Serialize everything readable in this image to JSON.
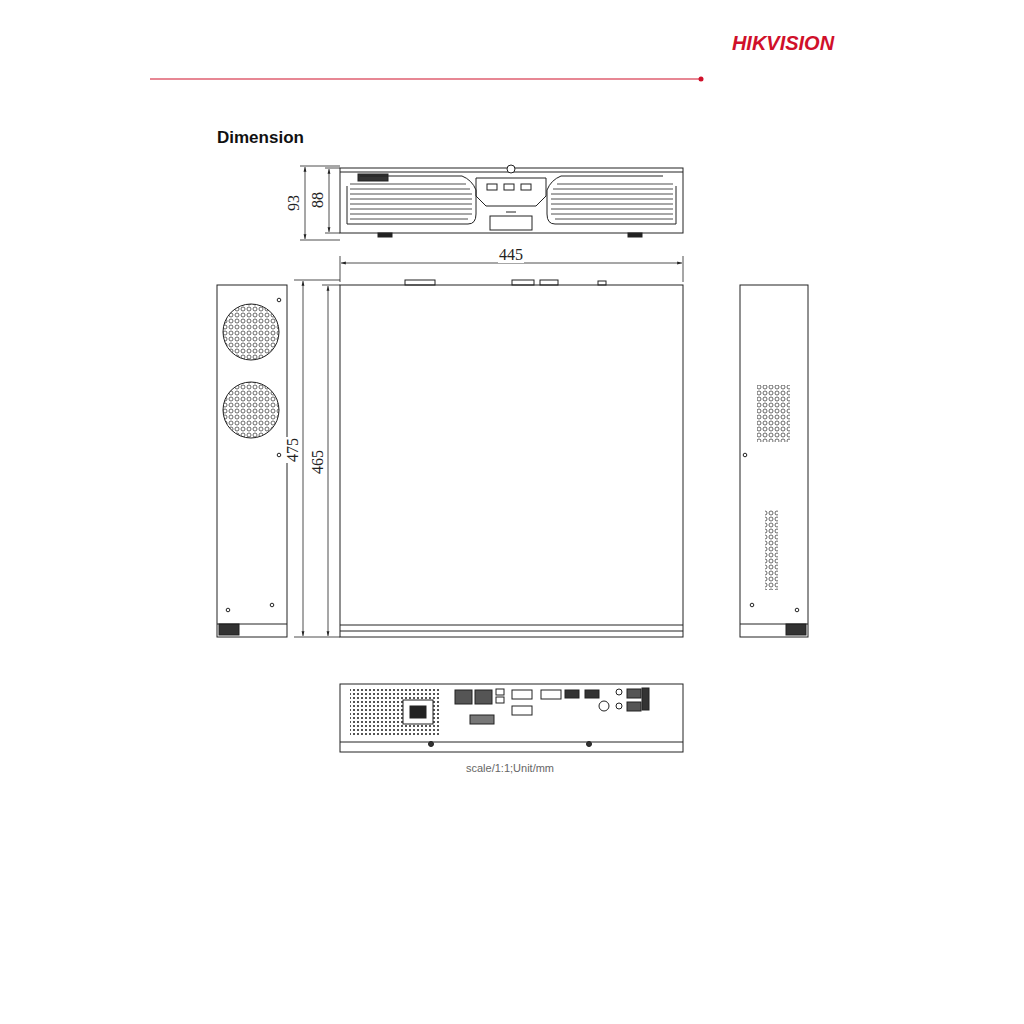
{
  "diagram": {
    "title": "Dimension",
    "caption": "scale/1:1;Unit/mm",
    "labels": [
      "HIKVISION",
      "93",
      "88",
      "445",
      "475",
      "465"
    ]
  }
}
